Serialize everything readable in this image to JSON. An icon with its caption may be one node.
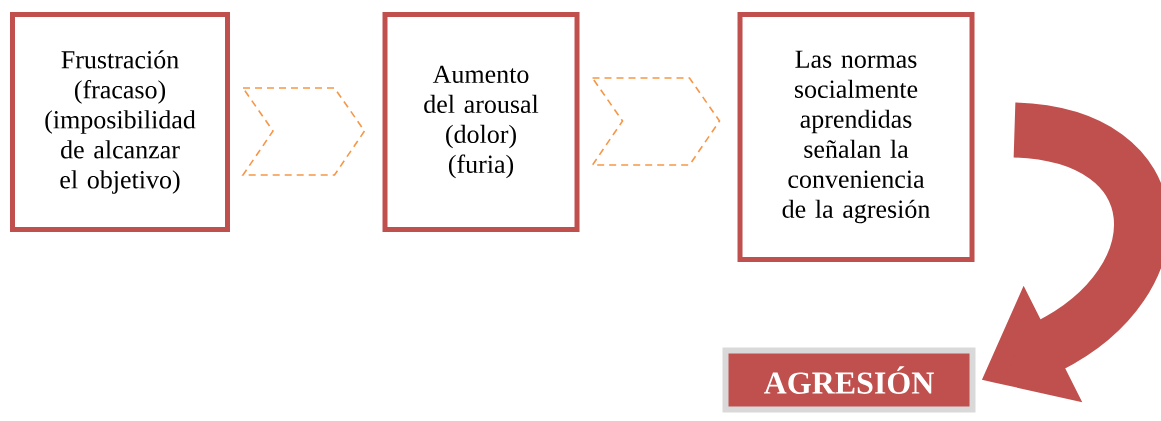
{
  "diagram": {
    "nodes": [
      {
        "text": [
          "Frustración (fracaso) (imposibilidad de alcanzar el objetivo)"
        ]
      },
      {
        "text": [
          "Aumento del arousal (dolor) (furia)"
        ]
      },
      {
        "text": [
          "Las normas socialmente aprendidas señalan la conveniencia de la agresión"
        ]
      },
      {
        "text": [
          "AGRESIÓN"
        ]
      }
    ],
    "edges": [
      {
        "from": 0,
        "to": 1,
        "arrow": "to",
        "style": "dashed",
        "color": "#f79646"
      },
      {
        "from": 1,
        "to": 2,
        "arrow": "to",
        "style": "dashed",
        "color": "#f79646"
      },
      {
        "from": 2,
        "to": 3,
        "arrow": "to",
        "color": "#c0504d"
      }
    ]
  }
}
